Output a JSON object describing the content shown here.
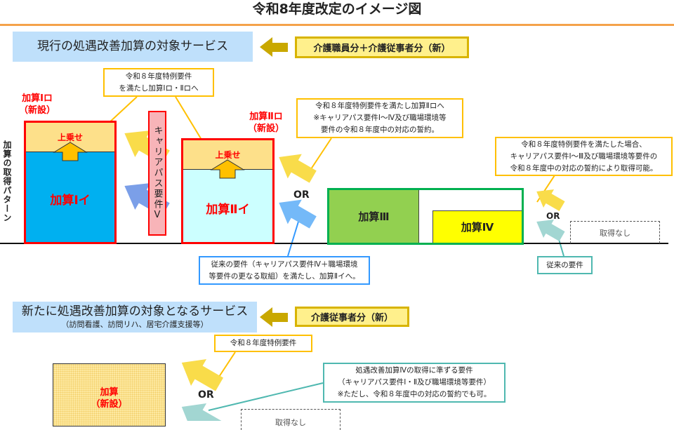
{
  "title": "令和8年度改定のイメージ図",
  "section1": {
    "label": "現行の処遇改善加算の対象サービス",
    "tag": "介護職員分＋介護従事者分（新）"
  },
  "y_axis_label": "加算の取得パターン",
  "callouts": {
    "c1": [
      "令和８年度特例要件",
      "を満たし加算Ⅰロ・Ⅱロへ"
    ],
    "c2": [
      "令和８年度特例要件を満たし加算Ⅱロへ",
      "※キャリアパス要件Ⅰ～Ⅳ及び職場環境等",
      "要件の令和８年度中の対応の誓約。"
    ],
    "c3": [
      "令和８年度特例要件を満たした場合、",
      "キャリアパス要件Ⅰ～Ⅲ及び職場環境等要件の",
      "令和８年度中の対応の誓約により取得可能。"
    ],
    "c4": [
      "従来の要件（キャリアパス要件Ⅳ＋職場環境",
      "等要件の更なる取組）を満たし、加算Ⅱイへ。"
    ],
    "c5": "従来の要件",
    "c6": "令和８年度特例要件",
    "c7": [
      "処遇改善加算Ⅳの取得に準ずる要件",
      "（キャリアパス要件Ⅰ・Ⅱ及び職場環境等要件）",
      "※ただし、令和８年度中の対応の誓約でも可。"
    ]
  },
  "bars": {
    "k1ro": [
      "加算Ⅰロ",
      "（新設）"
    ],
    "k1i": "加算Ⅰイ",
    "k2ro": [
      "加算Ⅱロ",
      "（新設）"
    ],
    "k2i": "加算Ⅱイ",
    "uwanose": "上乗せ",
    "career": "キャリアパス要件Ⅴ",
    "k3": "加算Ⅲ",
    "k4": "加算Ⅳ",
    "none": "取得なし",
    "or": "OR"
  },
  "section2": {
    "label": "新たに処遇改善加算の対象となるサービス",
    "sub": "（訪問看護、訪問リハ、居宅介護支援等）",
    "tag": "介護従事者分（新）",
    "bar": [
      "加算",
      "（新設）"
    ]
  },
  "colors": {
    "blue_bar": "#00b0f0",
    "light_cyan": "#ccffff",
    "top_up": "#fde08a",
    "green": "#92d050",
    "yellow": "#ffff00",
    "red": "#ff0000"
  }
}
